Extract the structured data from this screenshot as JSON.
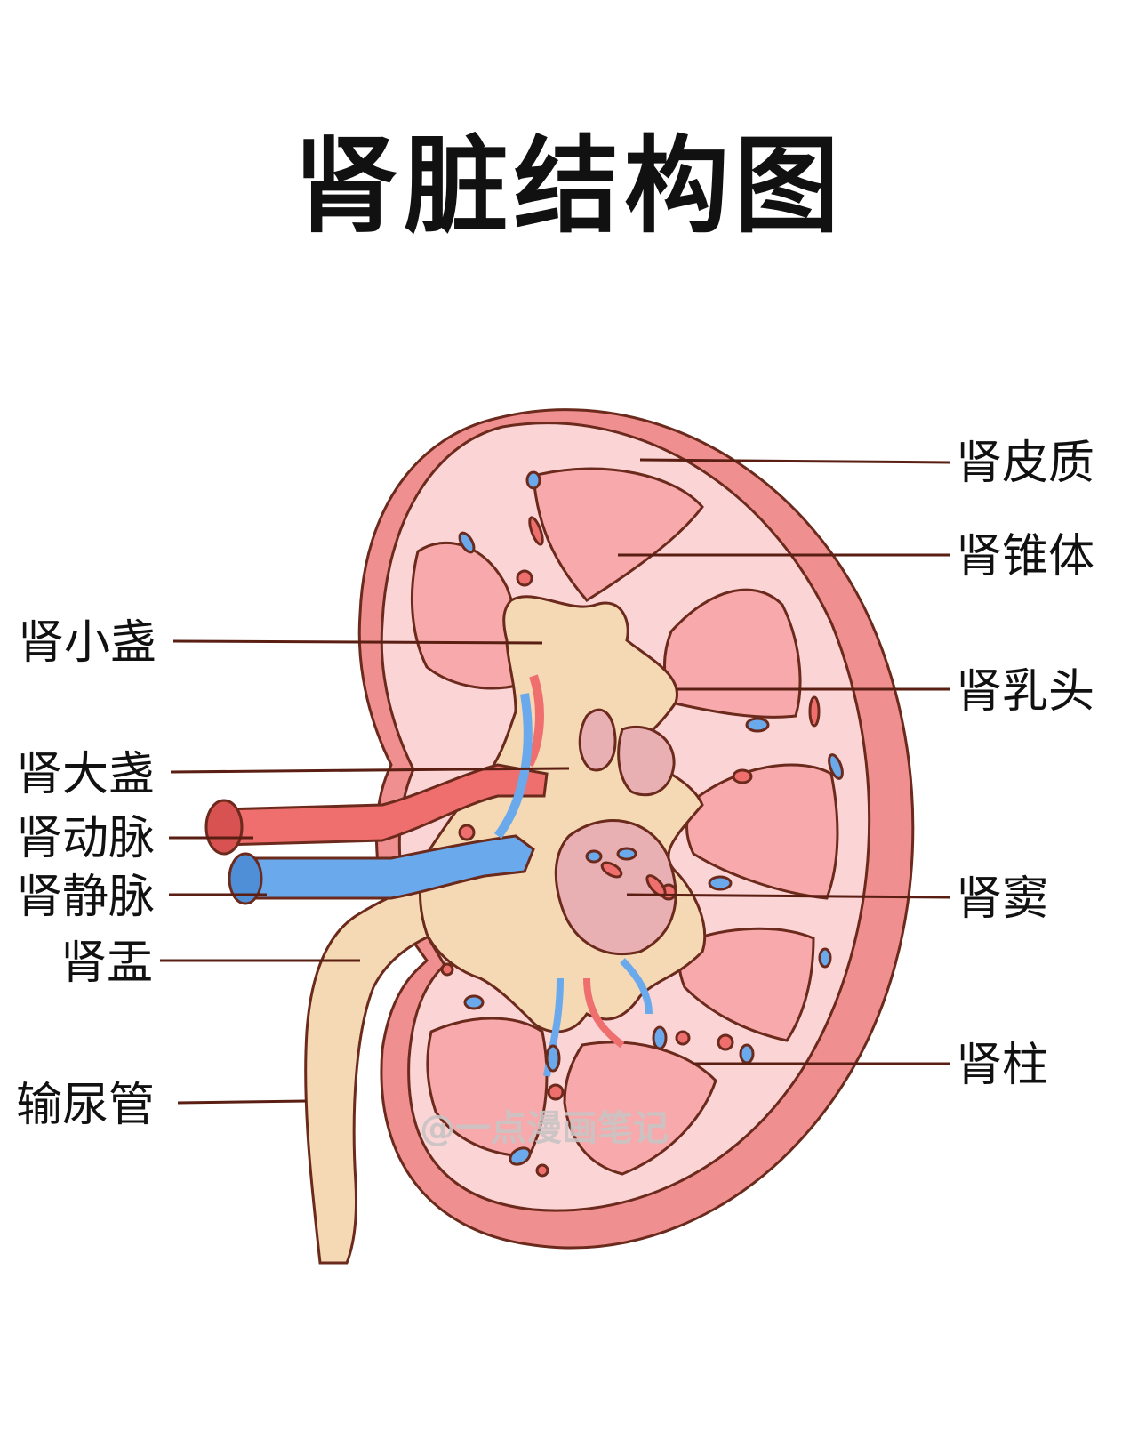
{
  "title": "肾脏结构图",
  "watermark": "@一点漫画笔记",
  "labels": {
    "cortex": "肾皮质",
    "pyramid": "肾锥体",
    "papilla": "肾乳头",
    "sinus": "肾窦",
    "column": "肾柱",
    "minor_calyx": "肾小盏",
    "major_calyx": "肾大盏",
    "artery": "肾动脉",
    "vein": "肾静脉",
    "pelvis": "肾盂",
    "ureter": "输尿管"
  },
  "colors": {
    "capsule": "#ef8f8f",
    "cortex": "#fbd4d6",
    "pyramid": "#f7a9ab",
    "pelvis": "#f4d9b4",
    "sinus": "#e9b0b4",
    "artery": "#ef6f6f",
    "vein": "#69a9ec"
  }
}
